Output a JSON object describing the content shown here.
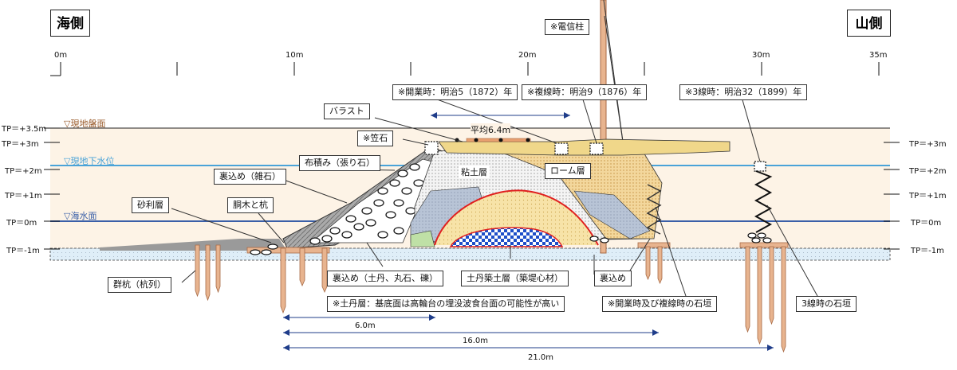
{
  "sides": {
    "sea": "海側",
    "mountain": "山側"
  },
  "scale": {
    "m0": "0m",
    "m10": "10m",
    "m20": "20m",
    "m30": "30m",
    "m35": "35m"
  },
  "levels": {
    "tp35": "TP＝+3.5m",
    "tp3": "TP＝+3m",
    "tp2": "TP＝+2m",
    "tp1": "TP＝+1m",
    "tp0": "TP＝0m",
    "tpm1": "TP＝-1m"
  },
  "surfaces": {
    "ground": "▽現地盤面",
    "groundwater": "▽現地下水位",
    "sea": "▽海水面"
  },
  "callouts": {
    "pole": "※電信柱",
    "opening": "※開業時：明治5（1872）年",
    "double": "※複線時：明治9（1876）年",
    "triple": "※3線時：明治32（1899）年",
    "ballast": "バラスト",
    "capstone": "※笠石",
    "nunozumi": "布積み（張り石）",
    "uragome_rubble": "裏込め（雑石）",
    "gravel": "砂利層",
    "dougi": "胴木と杭",
    "piles": "群杭（杭列）",
    "uragome_soil": "裏込め（土丹、丸石、礫）",
    "dotan_core": "土丹築土層（築堤心材）",
    "uragome": "裏込め",
    "dotan_note": "※土丹層：基底面は高輪台の埋没波食台面の可能性が高い",
    "wall12": "※開業時及び複線時の石垣",
    "wall3": "3線時の石垣"
  },
  "inner": {
    "avg": "平均6.4m",
    "clay": "粘土層",
    "loam": "ローム層"
  },
  "dims": {
    "d6": "6.0m",
    "d16": "16.0m",
    "d21": "21.0m"
  },
  "colors": {
    "ground": "#9a5b2b",
    "water": "#4aa3d8",
    "sea": "#3a5fa8",
    "pile": "#e8b48f",
    "redline": "#e02020",
    "band": "#fdf3e6"
  }
}
